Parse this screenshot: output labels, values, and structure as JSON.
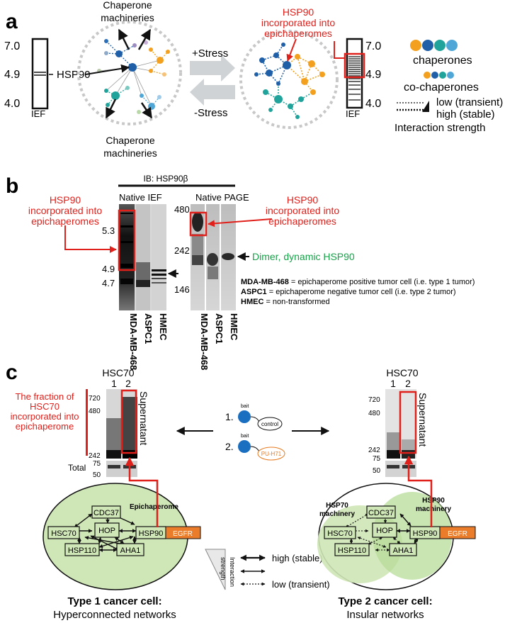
{
  "panel_a": {
    "letter": "a",
    "ief_scale": {
      "top": "7.0",
      "mid": "4.9",
      "bottom": "4.0"
    },
    "ief_label": "IEF",
    "hsp90_label": "HSP90",
    "machinery_top": [
      "Chaperone",
      "machineries"
    ],
    "machinery_bottom": [
      "Chaperone",
      "machineries"
    ],
    "plus_stress": "+Stress",
    "minus_stress": "-Stress",
    "incorporated": [
      "HSP90",
      "incorporated into",
      "epichaperomes"
    ],
    "legend_chaperones": "chaperones",
    "legend_cochaperones": "co-chaperones",
    "legend_low": "low (transient)",
    "legend_high": "high (stable)",
    "legend_title": "Interaction strength",
    "colors": {
      "blue": "#1f5fa8",
      "orange": "#f2a01e",
      "teal": "#1fa39a",
      "lightblue": "#4fa7d8",
      "red": "#e0201b",
      "green": "#1aa04a"
    }
  },
  "panel_b": {
    "letter": "b",
    "ib_label": "IB: HSP90β",
    "native_ief": "Native IEF",
    "native_page": "Native PAGE",
    "ief_marks": [
      "5.3",
      "4.9",
      "4.7"
    ],
    "page_marks": [
      "480",
      "242",
      "146"
    ],
    "left_callout": [
      "HSP90",
      "incorporated into",
      "epichaperomes"
    ],
    "right_callout": [
      "HSP90",
      "incorporated into",
      "epichaperomes"
    ],
    "dimer_label": "Dimer, dynamic HSP90",
    "lanes": [
      "MDA-MB-468",
      "ASPC1",
      "HMEC"
    ],
    "notes": [
      {
        "name": "MDA-MB-468",
        "desc": " = epichaperome positive tumor cell (i.e. type 1 tumor)"
      },
      {
        "name": "ASPC1",
        "desc": " = epichaperome negative tumor cell (i.e. type 2 tumor)"
      },
      {
        "name": "HMEC",
        "desc": " = non-transformed"
      }
    ]
  },
  "panel_c": {
    "letter": "c",
    "hsc70": "HSC70",
    "lane_nums": [
      "1",
      "2"
    ],
    "markers_top": [
      "720",
      "480",
      "242"
    ],
    "markers_bottom": [
      "75",
      "50"
    ],
    "supernatant": "Supernatant",
    "total": "Total",
    "fraction_text": [
      "The fraction of",
      "HSC70",
      "incorporated into",
      "epichaperome"
    ],
    "bait": "bait",
    "bait_items": [
      {
        "num": "1.",
        "label": "control"
      },
      {
        "num": "2.",
        "label": "PU-H71"
      }
    ],
    "nodes": [
      "CDC37",
      "HOP",
      "HSC70",
      "HSP90",
      "HSP110",
      "AHA1"
    ],
    "egfr": "EGFR",
    "epichaperome": "Epichaperome",
    "hsp70_machinery": [
      "HSP70",
      "machinery"
    ],
    "hsp90_machinery": [
      "HSP90",
      "machinery"
    ],
    "strength_label": [
      "Interaction",
      "strength"
    ],
    "strength_high": "high (stable)",
    "strength_low": "low (transient)",
    "type1_title": "Type 1 cancer cell:",
    "type1_sub": "Hyperconnected networks",
    "type2_title": "Type 2 cancer cell:",
    "type2_sub": "Insular networks"
  }
}
